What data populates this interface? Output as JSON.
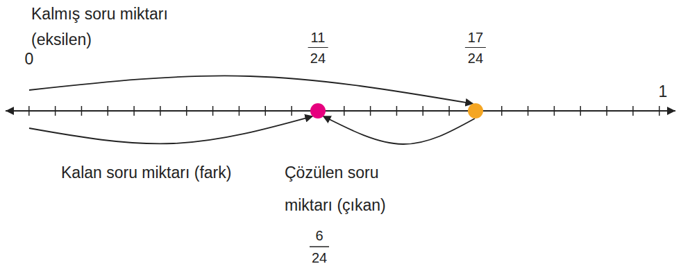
{
  "diagram": {
    "nodes": [
      {
        "text": [
          "0"
        ]
      },
      {
        "text": [
          "11",
          "24"
        ]
      },
      {
        "text": [
          "17",
          "24"
        ]
      }
    ],
    "edges": [
      {
        "from": 0,
        "to": 2,
        "arrow": "to",
        "label": "Kalmış soru miktarı (eksilen)"
      },
      {
        "from": 0,
        "to": 1,
        "arrow": "to",
        "label": "Kalan soru miktarı (fark)"
      },
      {
        "from": 2,
        "to": 1,
        "arrow": "to",
        "label": "Çözülen soru miktarı (çıkan)"
      }
    ],
    "labels": [
      "1",
      "6",
      "24"
    ]
  }
}
